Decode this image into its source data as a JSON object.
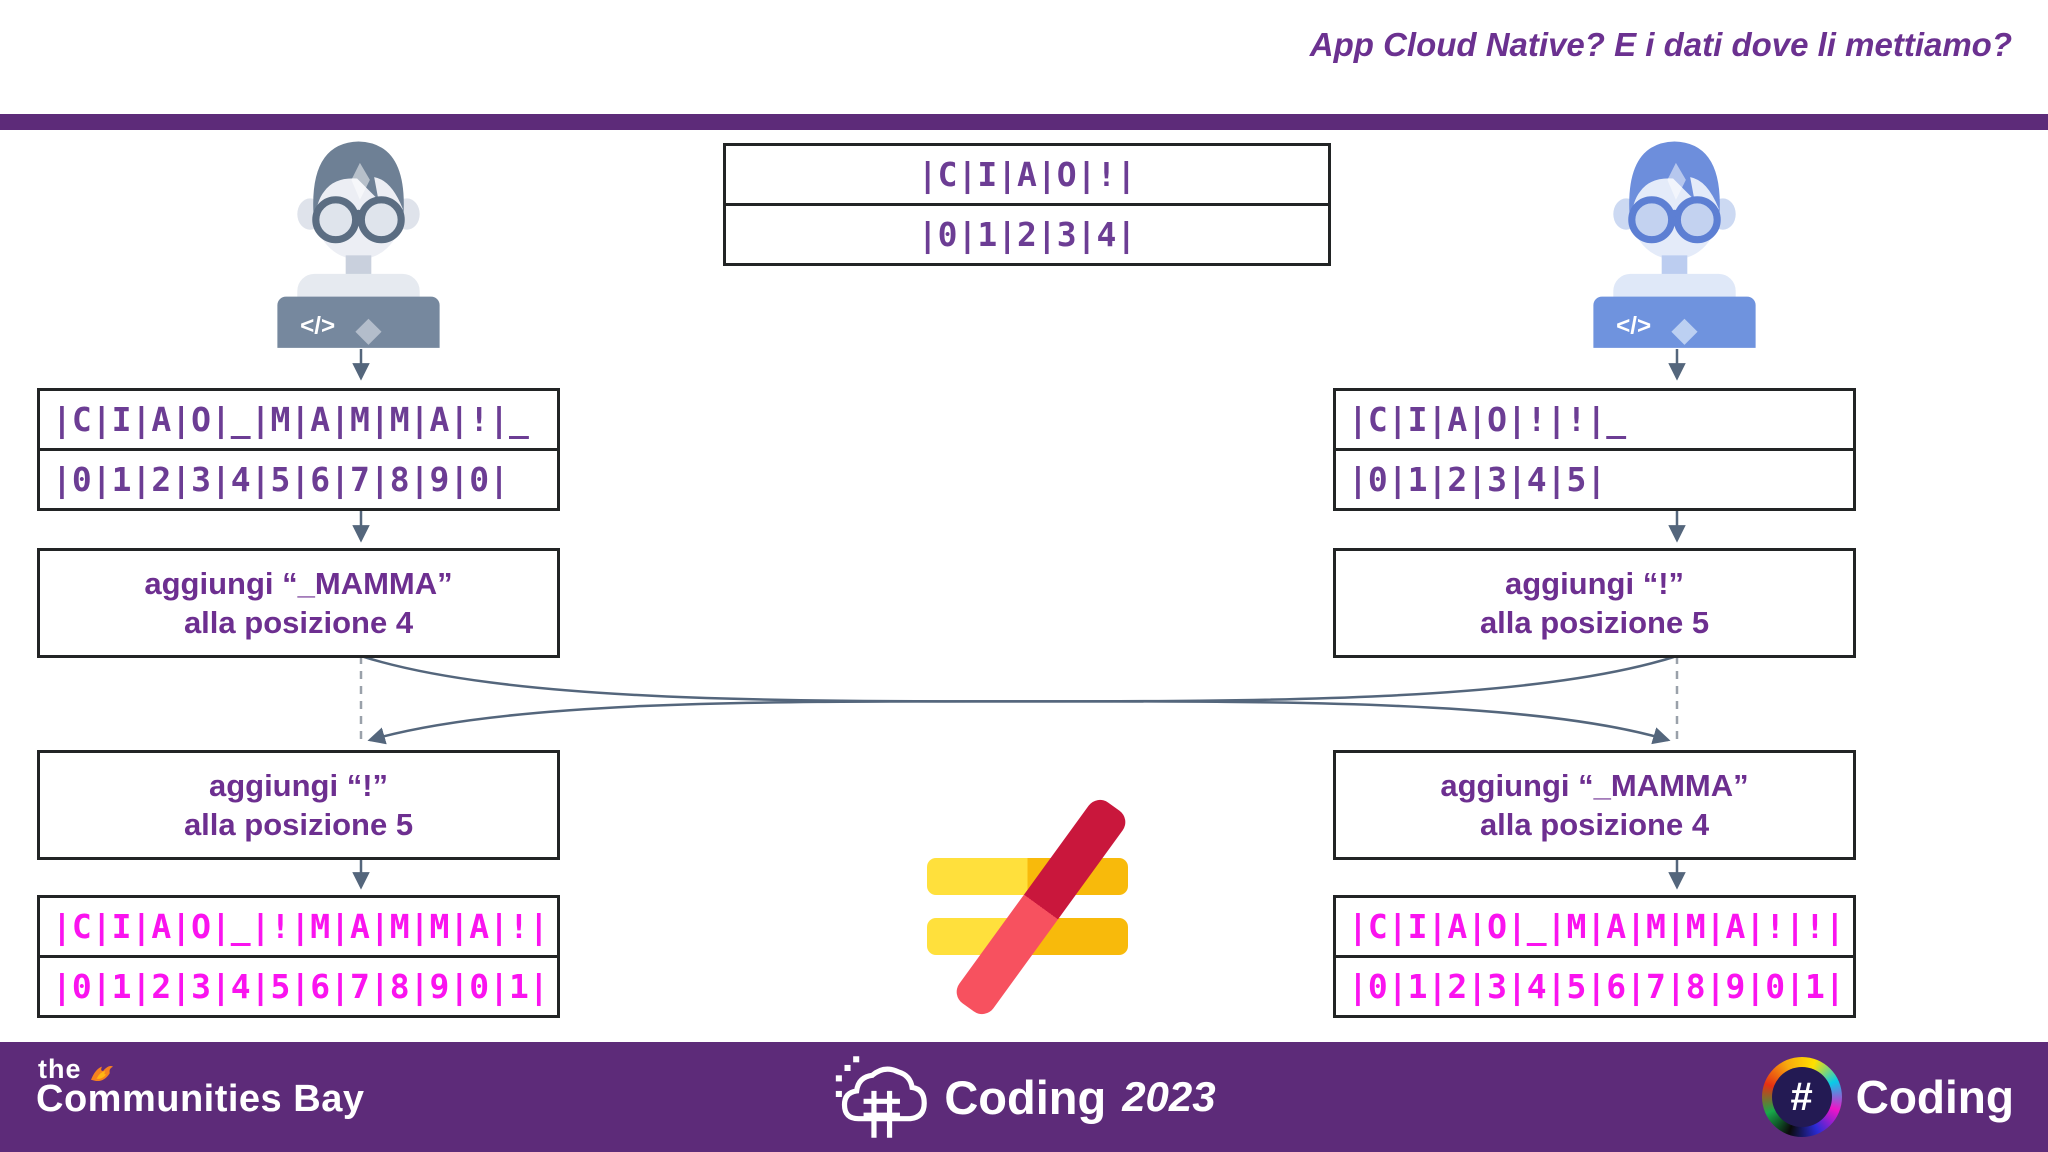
{
  "header": {
    "title": "App Cloud Native? E i dati dove li mettiamo?"
  },
  "shared_state": {
    "row1": "|C|I|A|O|!|",
    "row2": "|0|1|2|3|4|"
  },
  "left": {
    "state1": {
      "row1": "|C|I|A|O|_|M|A|M|M|A|!|_",
      "row2": "|0|1|2|3|4|5|6|7|8|9|0|"
    },
    "op1": {
      "line1": "aggiungi “_MAMMA”",
      "line2": "alla posizione 4"
    },
    "op2": {
      "line1": "aggiungi “!”",
      "line2": "alla posizione 5"
    },
    "result": {
      "row1": "|C|I|A|O|_|!|M|A|M|M|A|!|",
      "row2": "|0|1|2|3|4|5|6|7|8|9|0|1|"
    }
  },
  "right": {
    "state1": {
      "row1": "|C|I|A|O|!|!|_",
      "row2": "|0|1|2|3|4|5|"
    },
    "op1": {
      "line1": "aggiungi “!”",
      "line2": "alla posizione 5"
    },
    "op2": {
      "line1": "aggiungi “_MAMMA”",
      "line2": "alla posizione 4"
    },
    "result": {
      "row1": "|C|I|A|O|_|M|A|M|M|A|!|!|",
      "row2": "|0|1|2|3|4|5|6|7|8|9|0|1|"
    }
  },
  "footer": {
    "left_logo": {
      "the": "the",
      "name": "Communities Bay"
    },
    "center_logo": {
      "hash": "#",
      "name": "Coding",
      "year": "2023"
    },
    "right_logo": {
      "hash": "#",
      "name": "Coding"
    }
  },
  "icons": {
    "code_glyph": "</>",
    "not_equal": "≠"
  },
  "colors": {
    "purple_bar": "#5d2b79",
    "purple_text": "#6b3190",
    "mono_purple": "#6c3d94",
    "magenta": "#fa13ef",
    "equals_yellow_light": "#ffe03c",
    "equals_yellow_dark": "#f8ba0b",
    "slash_red_dark": "#c9173c",
    "slash_red_light": "#f7515f"
  }
}
